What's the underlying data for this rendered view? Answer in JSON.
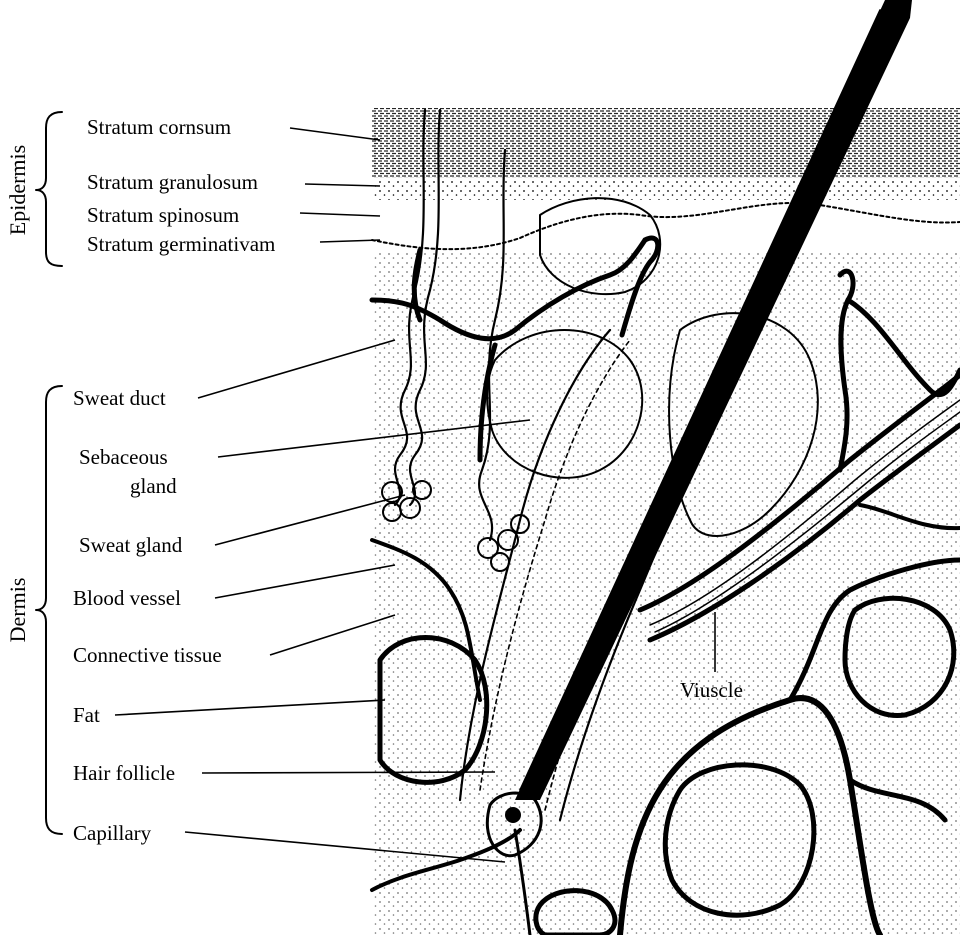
{
  "groups": {
    "epidermis": "Epidermis",
    "dermis": "Dermis"
  },
  "labels": {
    "stratum_cornsum": "Stratum cornsum",
    "stratum_granulosum": "Stratum granulosum",
    "stratum_spinosum": "Stratum spinosum",
    "stratum_germinativam": "Stratum germinativam",
    "sweat_duct": "Sweat duct",
    "sebaceous_gland_1": "Sebaceous",
    "sebaceous_gland_2": "gland",
    "sweat_gland": "Sweat gland",
    "blood_vessel": "Blood vessel",
    "connective_tissue": "Connective tissue",
    "fat": "Fat",
    "hair_follicle": "Hair follicle",
    "capillary": "Capillary",
    "muscle": "Viuscle"
  }
}
